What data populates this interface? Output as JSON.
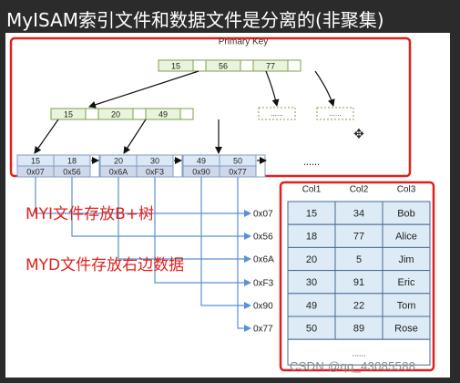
{
  "title": "MyISAM索引文件和数据文件是分离的(非聚集)",
  "btree": {
    "primary_key_label": "Primary Key",
    "root_keys": [
      "15",
      "56",
      "77"
    ],
    "level2_keys": [
      "15",
      "20",
      "49"
    ],
    "placeholder": "......",
    "leaves": [
      {
        "keys": [
          "15",
          "18"
        ],
        "addrs": [
          "0x07",
          "0x56"
        ]
      },
      {
        "keys": [
          "20",
          "30"
        ],
        "addrs": [
          "0x6A",
          "0xF3"
        ]
      },
      {
        "keys": [
          "49",
          "50"
        ],
        "addrs": [
          "0x90",
          "0x77"
        ]
      }
    ],
    "leaf_ellipsis": "......"
  },
  "notes": {
    "myi": "MYI文件存放B+树",
    "myd": "MYD文件存放右边数据"
  },
  "addresses": [
    "0x07",
    "0x56",
    "0x6A",
    "0xF3",
    "0x90",
    "0x77"
  ],
  "table": {
    "headers": [
      "Col1",
      "Col2",
      "Col3"
    ],
    "rows": [
      [
        "15",
        "34",
        "Bob"
      ],
      [
        "18",
        "77",
        "Alice"
      ],
      [
        "20",
        "5",
        "Jim"
      ],
      [
        "30",
        "91",
        "Eric"
      ],
      [
        "49",
        "22",
        "Tom"
      ],
      [
        "50",
        "89",
        "Rose"
      ]
    ],
    "ellipsis": "......"
  },
  "colors": {
    "highlight": "#e0201c",
    "node_fill": "#eaf3dc",
    "node_border": "#7aa04a",
    "leaf_key_fill": "#dce8f5",
    "leaf_addr_fill": "#cfd8ea",
    "table_fill": "#dcebf5",
    "arrow_blue": "#5b8fd6"
  },
  "watermark": "CSDN @qq_43085588"
}
